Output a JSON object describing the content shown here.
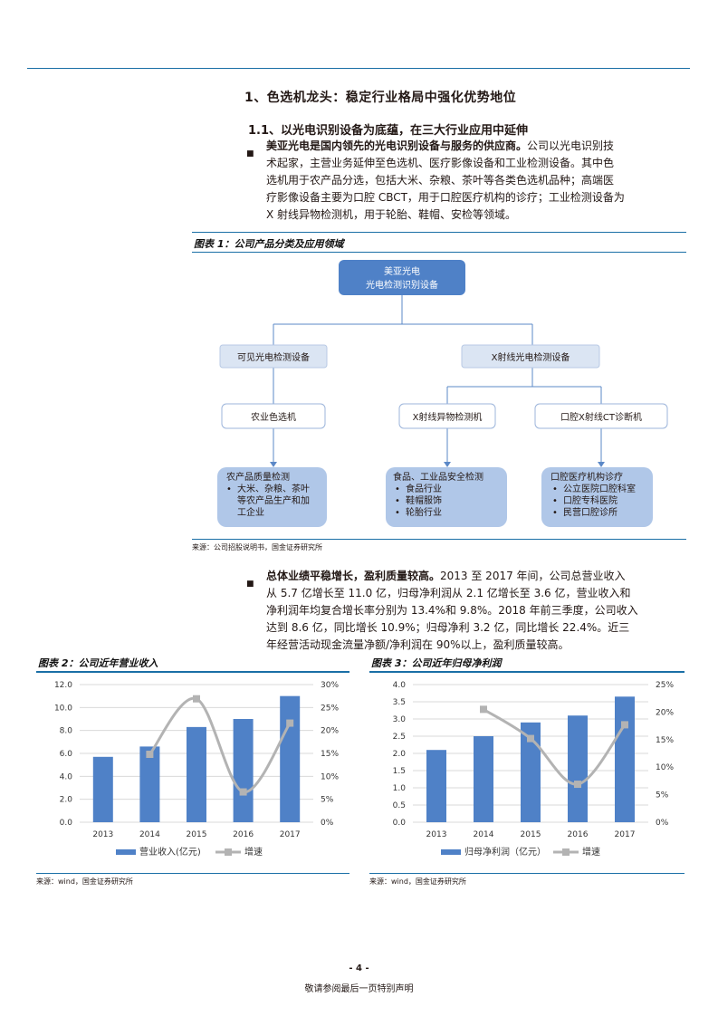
{
  "heading1": "1、色选机龙头：稳定行业格局中强化优势地位",
  "heading2": "1.1、以光电识别设备为底蕴，在三大行业应用中延伸",
  "para1": {
    "bullet": "■",
    "bold": "美亚光电是国内领先的光电识别设备与服务的供应商。",
    "lines": [
      "公司以光电识别技",
      "术起家，主营业务延伸至色选机、医疗影像设备和工业检测设备。其中色",
      "选机用于农产品分选，包括大米、杂粮、茶叶等各类色选机品种；高端医",
      "疗影像设备主要为口腔 CBCT，用于口腔医疗机构的诊疗；工业检测设备为",
      "X 射线异物检测机，用于轮胎、鞋帽、安检等领域。"
    ]
  },
  "figure1": {
    "caption": "图表 1：公司产品分类及应用领域",
    "root": [
      "美亚光电",
      "光电检测识别设备"
    ],
    "level1": [
      "可见光电检测设备",
      "X射线光电检测设备"
    ],
    "level2": [
      "农业色选机",
      "X射线异物检测机",
      "口腔X射线CT诊断机"
    ],
    "boxes": [
      {
        "title": "农产品质量检测",
        "items": [
          "大米、杂粮、茶叶",
          "等农产品生产和加",
          "工企业"
        ]
      },
      {
        "title": "食品、工业品安全检测",
        "items": [
          "食品行业",
          "鞋帽服饰",
          "轮胎行业"
        ]
      },
      {
        "title": "口腔医疗机构诊疗",
        "items": [
          "公立医院口腔科室",
          "口腔专科医院",
          "民营口腔诊所"
        ]
      }
    ],
    "source": "来源：公司招股说明书，国金证券研究所"
  },
  "para2": {
    "bullet": "■",
    "bold": "总体业绩平稳增长，盈利质量较高。",
    "lines": [
      "2013 至 2017 年间，公司总营业收入",
      "从 5.7 亿增长至 11.0 亿，归母净利润从 2.1 亿增长至 3.6 亿，营业收入和",
      "净利润年均复合增长率分别为 13.4%和 9.8%。2018 年前三季度，公司收入",
      "达到 8.6 亿，同比增长 10.9%；归母净利 3.2 亿，同比增长 22.4%。近三",
      "年经营活动现金流量净额/净利润在 90%以上，盈利质量较高。"
    ]
  },
  "chart_data": [
    {
      "type": "bar",
      "title": "图表 2：公司近年营业收入",
      "categories": [
        "2013",
        "2014",
        "2015",
        "2016",
        "2017"
      ],
      "series": [
        {
          "name": "营业收入(亿元)",
          "type": "bar",
          "axis": "left",
          "values": [
            5.7,
            6.6,
            8.3,
            9.0,
            11.0
          ],
          "color": "#4f81c7"
        },
        {
          "name": "增速",
          "type": "line",
          "axis": "right",
          "values": [
            null,
            14.8,
            26.9,
            6.6,
            21.6
          ],
          "color": "#b3b3b3"
        }
      ],
      "ylim": [
        0,
        12
      ],
      "y_ticks": [
        "0.0",
        "2.0",
        "4.0",
        "6.0",
        "8.0",
        "10.0",
        "12.0"
      ],
      "y2lim": [
        0,
        30
      ],
      "y2_ticks": [
        "0%",
        "5%",
        "10%",
        "15%",
        "20%",
        "25%",
        "30%"
      ],
      "legend": "bottom",
      "source": "来源：wind，国金证券研究所"
    },
    {
      "type": "bar",
      "title": "图表 3：公司近年归母净利润",
      "categories": [
        "2013",
        "2014",
        "2015",
        "2016",
        "2017"
      ],
      "series": [
        {
          "name": "归母净利润（亿元）",
          "type": "bar",
          "axis": "left",
          "values": [
            2.1,
            2.5,
            2.9,
            3.1,
            3.65
          ],
          "color": "#4f81c7"
        },
        {
          "name": "增速",
          "type": "line",
          "axis": "right",
          "values": [
            null,
            20.5,
            15.2,
            6.9,
            17.7
          ],
          "color": "#b3b3b3"
        }
      ],
      "ylim": [
        0,
        4
      ],
      "y_ticks": [
        "0.0",
        "0.5",
        "1.0",
        "1.5",
        "2.0",
        "2.5",
        "3.0",
        "3.5",
        "4.0"
      ],
      "y2lim": [
        0,
        25
      ],
      "y2_ticks": [
        "0%",
        "5%",
        "10%",
        "15%",
        "20%",
        "25%"
      ],
      "legend": "bottom",
      "source": "来源：wind，国金证券研究所"
    }
  ],
  "footer": {
    "page": "- 4 -",
    "note": "敬请参阅最后一页特别声明"
  }
}
